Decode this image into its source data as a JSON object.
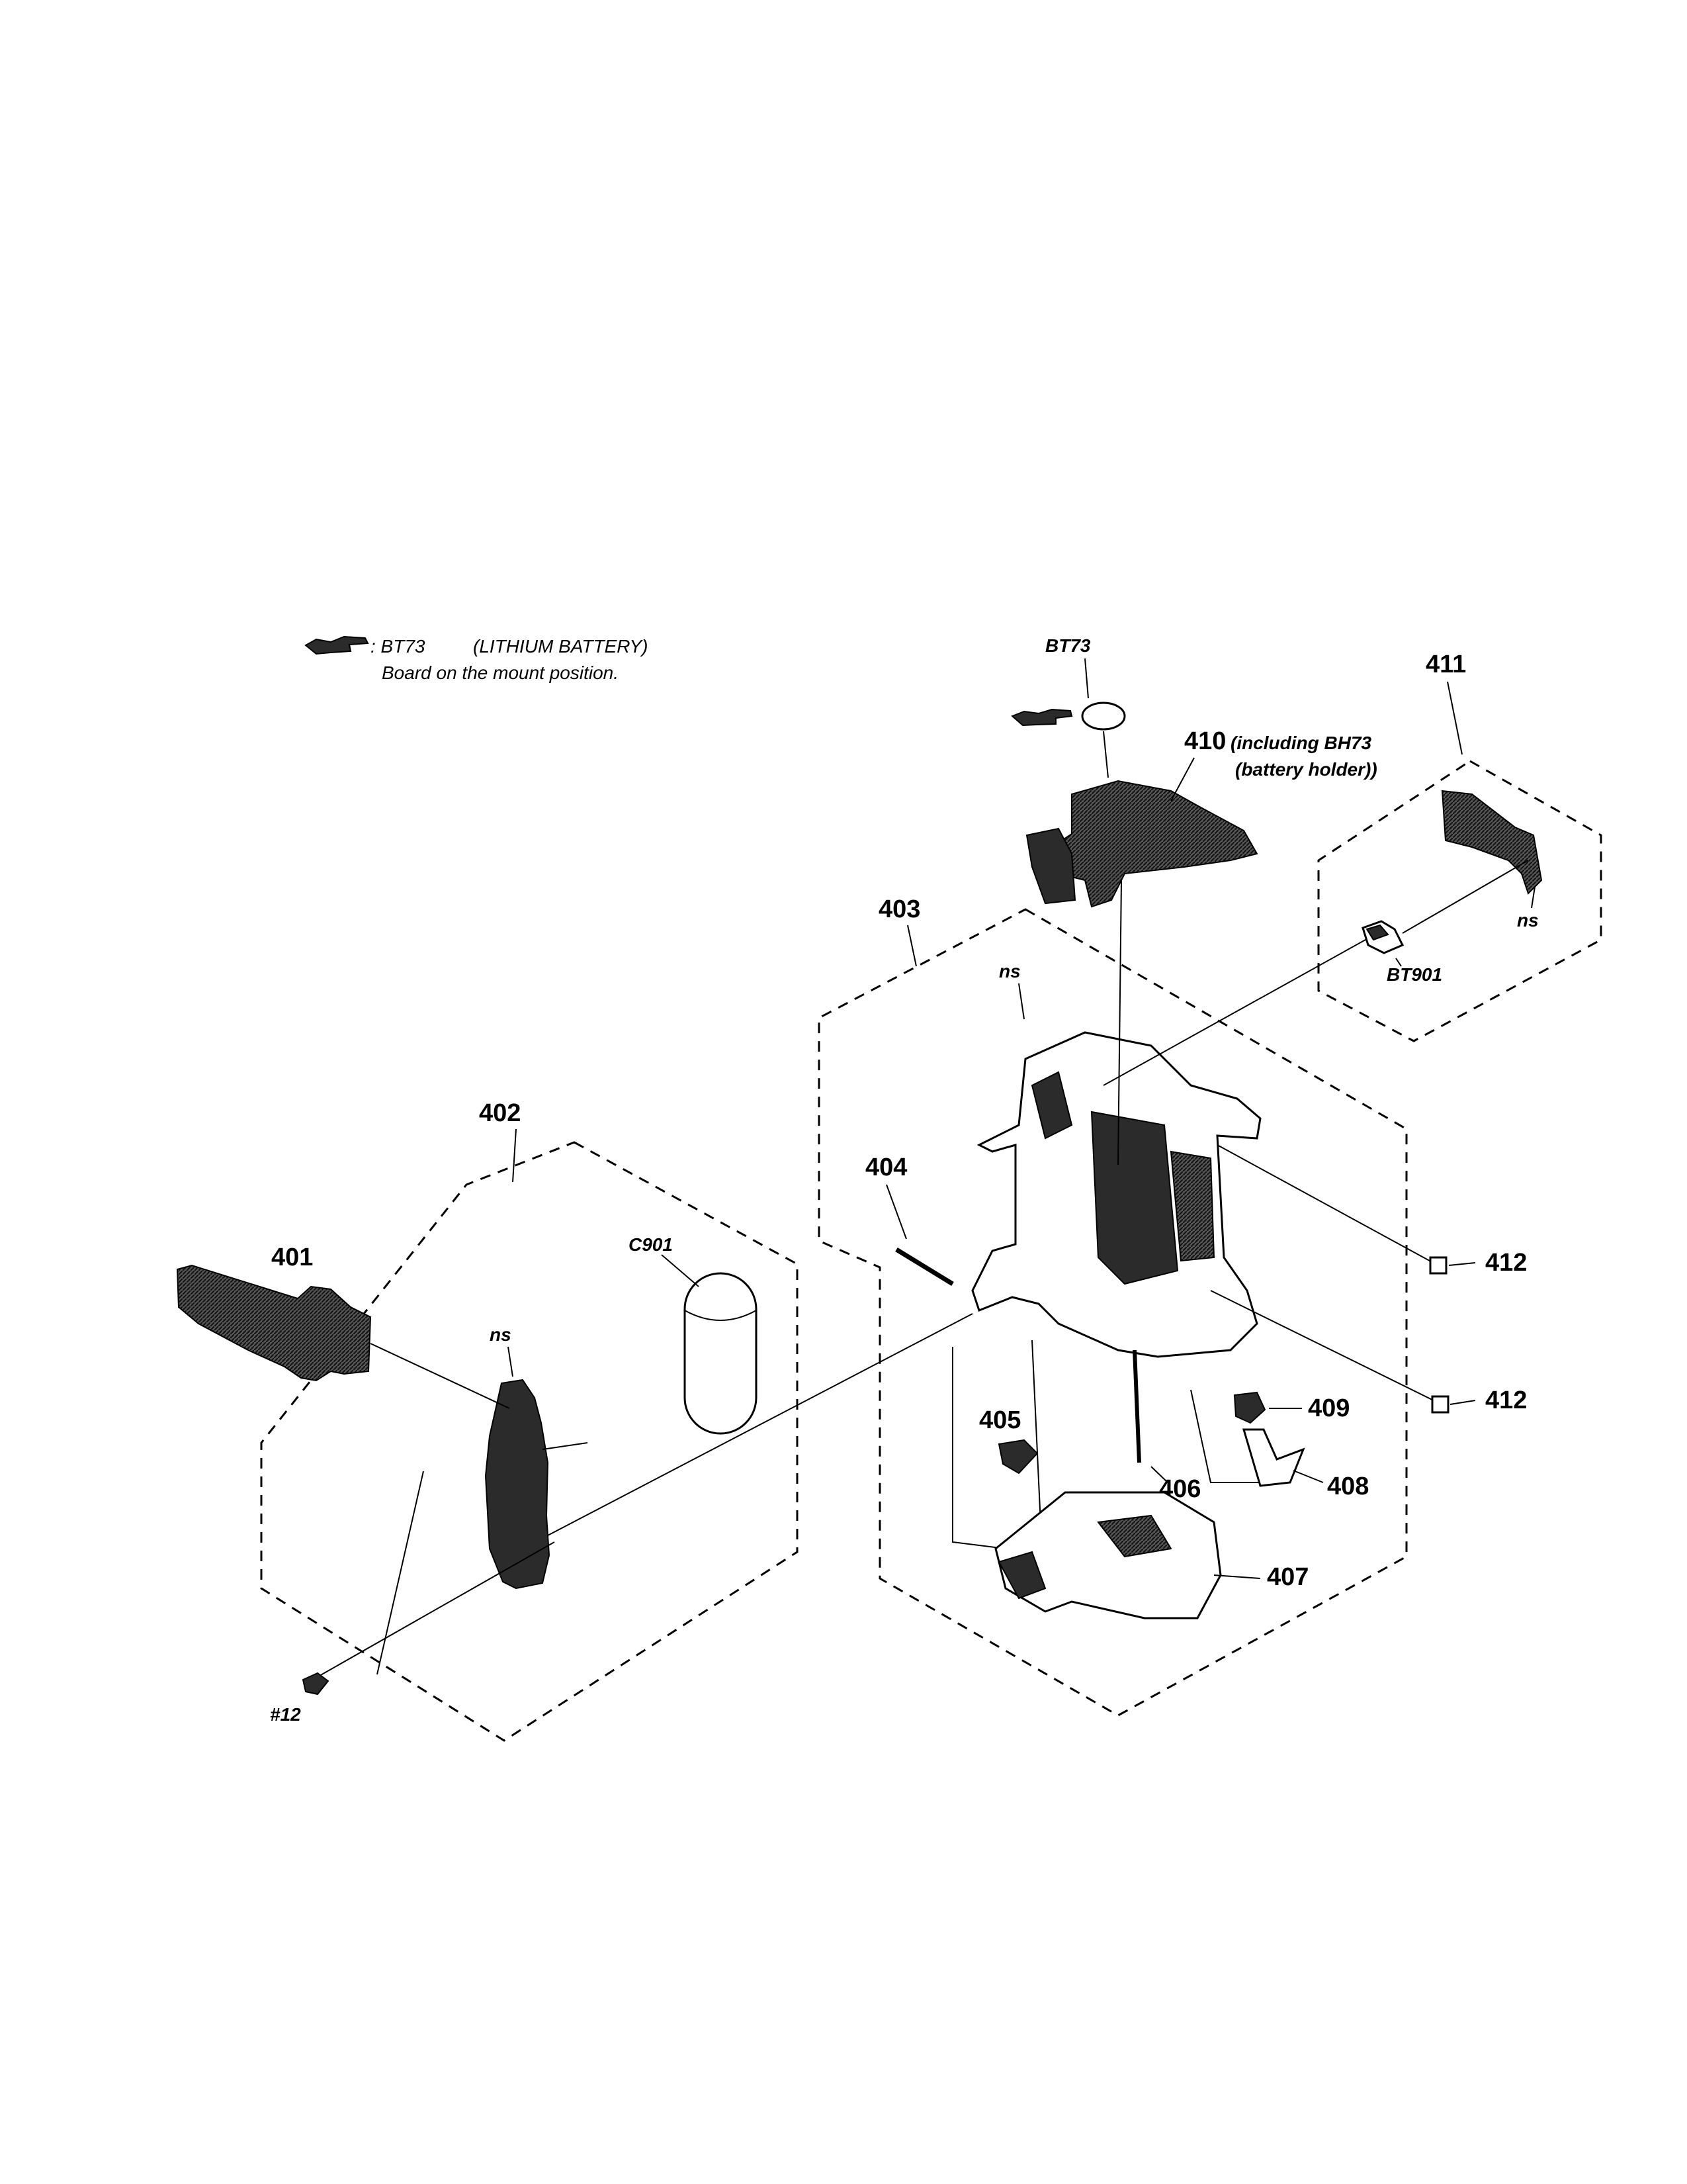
{
  "legend": {
    "battery_ref": ": BT73",
    "battery_type": "(LITHIUM BATTERY)",
    "board_note": "Board on the mount position."
  },
  "labels": {
    "bt73_top": "BT73",
    "p410": "410",
    "p410_note1": "(including BH73",
    "p410_note2": "(battery holder))",
    "p411": "411",
    "ns_411": "ns",
    "bt901": "BT901",
    "p403": "403",
    "ns_403": "ns",
    "p402": "402",
    "p401": "401",
    "c901": "C901",
    "ns_402": "ns",
    "p404": "404",
    "p412a": "412",
    "p412b": "412",
    "p405": "405",
    "p409": "409",
    "p406": "406",
    "p408": "408",
    "p407": "407",
    "screw": "#12"
  },
  "icons": [
    "pointing-hand-icon"
  ]
}
